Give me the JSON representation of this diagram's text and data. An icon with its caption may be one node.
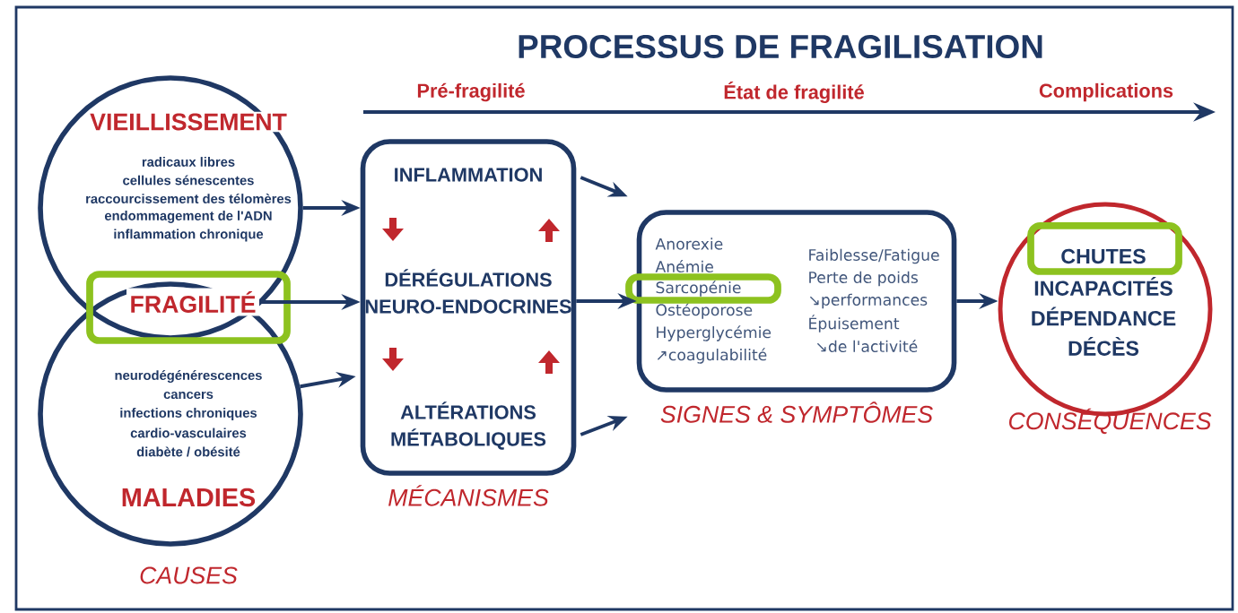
{
  "diagram": {
    "title": "PROCESSUS DE FRAGILISATION",
    "nodes": [
      {
        "text": [
          "VIEILLISSEMENT",
          "radicaux libres",
          "cellules sénescentes",
          "raccourcissement des télomères",
          "endommagement de l'ADN",
          "inflammation chronique"
        ]
      },
      {
        "text": [
          "neurodégénérescences",
          "cancers",
          "infections chroniques",
          "cardio-vasculaires",
          "diabète / obésité",
          "MALADIES"
        ],
        "beside": [
          "CAUSES"
        ]
      },
      {
        "text": [
          "FRAGILITÉ"
        ]
      },
      {
        "text": [
          "INFLAMMATION",
          "DÉRÉGULATIONS NEURO-ENDOCRINES",
          "ALTÉRATIONS MÉTABOLIQUES"
        ],
        "beside": [
          "MÉCANISMES"
        ]
      },
      {
        "text": [
          "Anorexie",
          "Anémie",
          "Sarcopénie",
          "Ostéoporose",
          "Hyperglycémie",
          "↗coagulabilité",
          "Faiblesse/Fatigue",
          "Perte de poids",
          "↘performances",
          "Épuisement",
          "↘de l'activité"
        ],
        "beside": [
          "SIGNES & SYMPTÔMES"
        ]
      },
      {
        "text": [
          "CHUTES",
          "INCAPACITÉS",
          "DÉPENDANCE",
          "DÉCÈS"
        ],
        "beside": [
          "CONSÉQUENCES"
        ]
      }
    ],
    "edges": [
      {
        "from": 0,
        "to": 3,
        "arrow": "to"
      },
      {
        "from": 2,
        "to": 3,
        "arrow": "to"
      },
      {
        "from": 1,
        "to": 3,
        "arrow": "to"
      },
      {
        "from": 3,
        "to": 4,
        "arrow": "to"
      },
      {
        "from": 3,
        "to": 4,
        "arrow": "to"
      },
      {
        "from": 3,
        "to": 4,
        "arrow": "to"
      },
      {
        "from": 4,
        "to": 5,
        "arrow": "to"
      }
    ],
    "labels": [
      "Pré-fragilité",
      "État de fragilité",
      "Complications"
    ]
  }
}
